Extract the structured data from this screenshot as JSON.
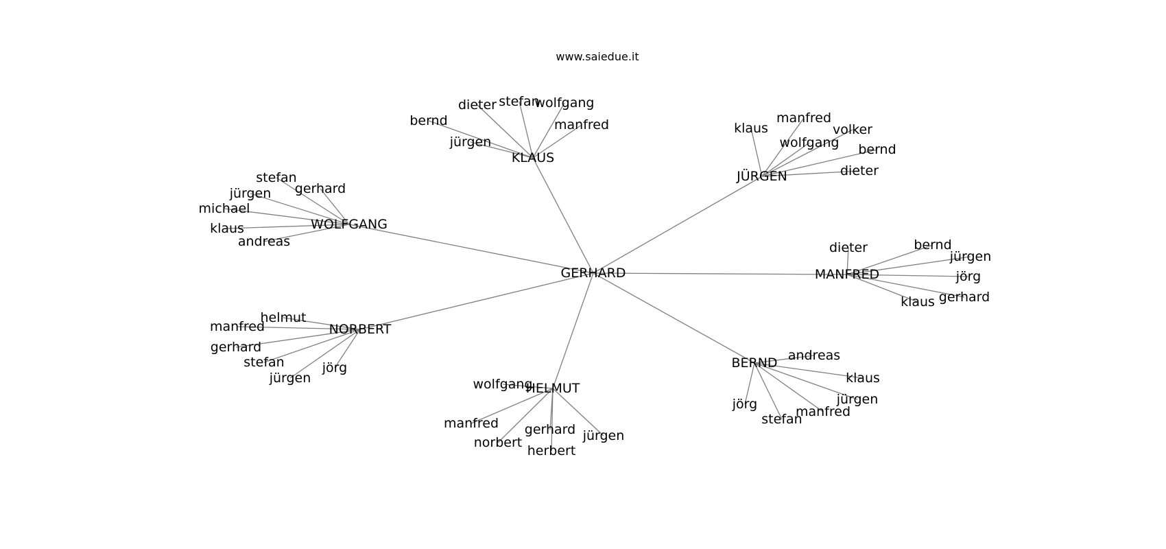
{
  "header": {
    "site": "www.saiedue.it"
  },
  "graph": {
    "edge_color": "#7f7f7f",
    "text_color": "#000000",
    "root": "GERHARD",
    "hubs": [
      {
        "id": "klaus",
        "label": "KLAUS",
        "children": [
          "dieter",
          "stefan",
          "wolfgang",
          "bernd",
          "manfred",
          "jürgen"
        ]
      },
      {
        "id": "jurgen",
        "label": "JÜRGEN",
        "children": [
          "klaus",
          "manfred",
          "volker",
          "wolfgang",
          "bernd",
          "dieter"
        ]
      },
      {
        "id": "wolfgang",
        "label": "WOLFGANG",
        "children": [
          "stefan",
          "gerhard",
          "jürgen",
          "michael",
          "klaus",
          "andreas"
        ]
      },
      {
        "id": "manfred",
        "label": "MANFRED",
        "children": [
          "dieter",
          "bernd",
          "jürgen",
          "jörg",
          "gerhard",
          "klaus"
        ]
      },
      {
        "id": "norbert",
        "label": "NORBERT",
        "children": [
          "helmut",
          "manfred",
          "gerhard",
          "stefan",
          "jürgen",
          "jörg"
        ]
      },
      {
        "id": "bernd",
        "label": "BERND",
        "children": [
          "andreas",
          "klaus",
          "jürgen",
          "manfred",
          "stefan",
          "jörg"
        ]
      },
      {
        "id": "helmut",
        "label": "HELMUT",
        "children": [
          "wolfgang",
          "manfred",
          "norbert",
          "gerhard",
          "herbert",
          "jürgen"
        ]
      }
    ]
  }
}
